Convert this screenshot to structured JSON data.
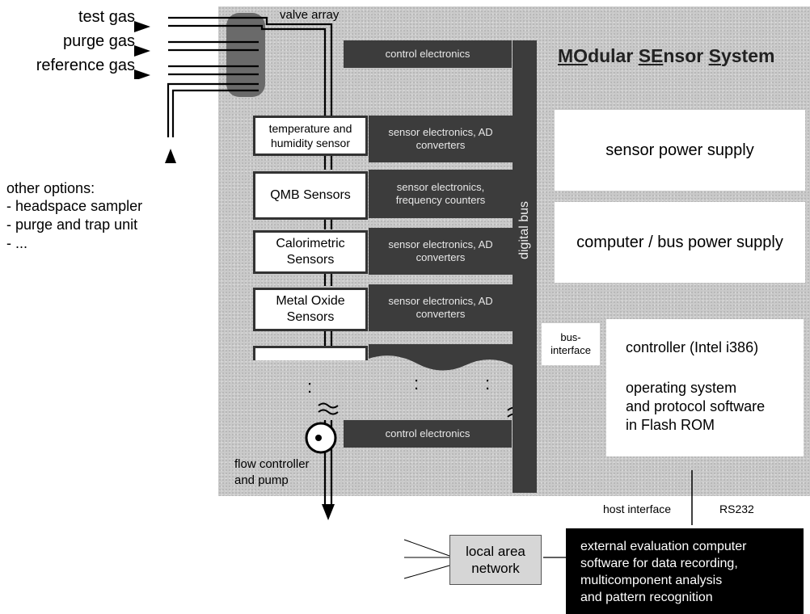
{
  "gas_inputs": [
    "test gas",
    "purge gas",
    "reference gas"
  ],
  "valve_label": "valve array",
  "other_options": {
    "heading": "other options:",
    "items": [
      "- headspace sampler",
      "- purge and trap unit",
      "- ..."
    ]
  },
  "title": {
    "p1": "MO",
    "p2": "dular ",
    "p3": "SE",
    "p4": "nsor ",
    "p5": "S",
    "p6": "ystem"
  },
  "control_electronics_top": "control electronics",
  "control_electronics_bottom": "control electronics",
  "sensors": [
    {
      "sensor": "temperature and humidity sensor",
      "electronics": "sensor electronics, AD converters"
    },
    {
      "sensor": "QMB Sensors",
      "electronics": "sensor electronics, frequency counters"
    },
    {
      "sensor": "Calorimetric Sensors",
      "electronics": "sensor electronics, AD converters"
    },
    {
      "sensor": "Metal Oxide Sensors",
      "electronics": "sensor electronics, AD converters"
    }
  ],
  "digital_bus": "digital bus",
  "sensor_power": "sensor power supply",
  "computer_power": "computer / bus power supply",
  "bus_interface": "bus-interface",
  "controller": {
    "line1": "controller (Intel i386)",
    "line2": "operating system",
    "line3": "and protocol software",
    "line4": "in Flash ROM"
  },
  "flow_controller": {
    "line1": "flow controller",
    "line2": "and pump"
  },
  "host_interface": "host interface",
  "rs232": "RS232",
  "lan": {
    "line1": "local area",
    "line2": "network"
  },
  "external": {
    "line1": "external evaluation computer",
    "line2": "software for data recording,",
    "line3": "multicomponent analysis",
    "line4": "and pattern recognition"
  },
  "ellipsis": ":"
}
